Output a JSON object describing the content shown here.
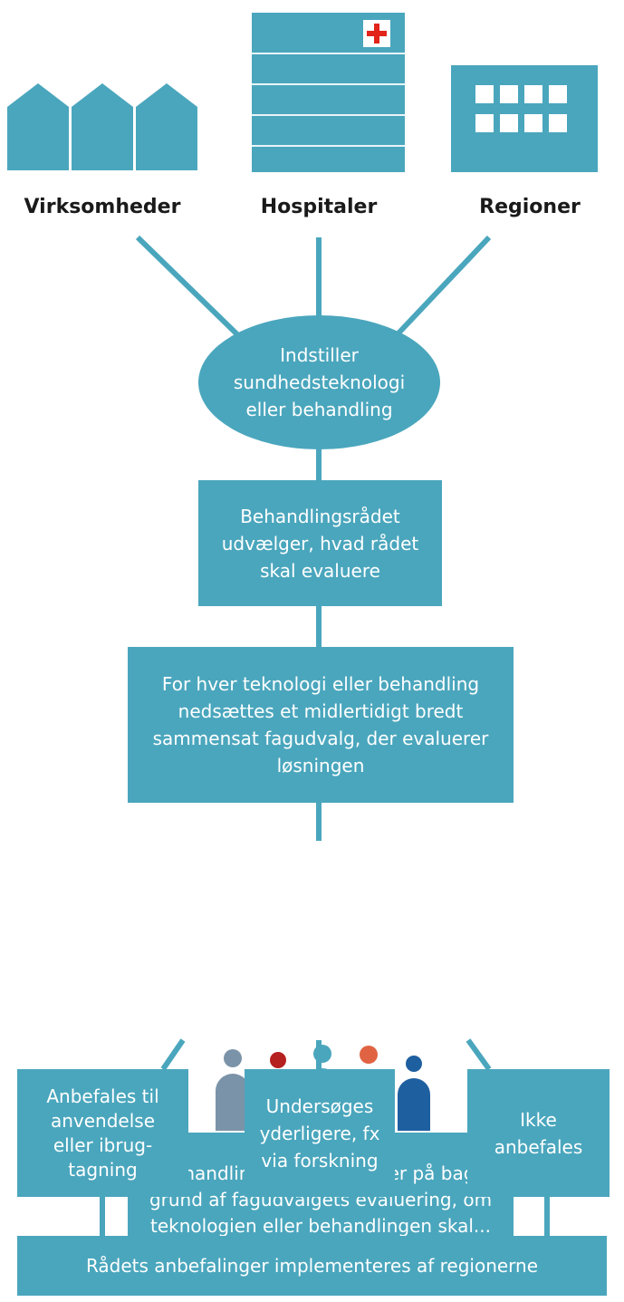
{
  "sources": {
    "virksomheder": "Virksomheder",
    "hospitaler": "Hospitaler",
    "regioner": "Regioner"
  },
  "flow": {
    "indstiller": "Indstiller\nsundhedsteknologi\neller behandling",
    "udvaelger": "Behandlingsrådet\nudvælger, hvad rådet\nskal evaluere",
    "fagudvalg": "For hver teknologi eller behandling\nnedsættes et midlertidigt bredt\nsammensat fagudvalg, der evaluerer\nløsningen",
    "beslutter": "Behandlingsrådet beslutter på bag-\ngrund af fagudvalgets evaluering, om\nteknologien eller behandlingen skal..."
  },
  "outcomes": {
    "anbefales": "Anbefales til\nanvendelse\neller ibrug-\ntagning",
    "undersoeges": "Undersøges\nyderligere, fx\nvia forskning",
    "ikke": "Ikke\nanbefales"
  },
  "final": "Rådets anbefalinger implementeres af regionerne",
  "colors": {
    "primary": "#4aa6bd",
    "line": "#4aa6bd",
    "cross": "#e2241a",
    "person_grey": "#7b93a8",
    "person_red": "#b5211f",
    "person_teal": "#4aa6bd",
    "person_orange": "#e06443",
    "person_blue": "#1e5fa0"
  },
  "icons": [
    "houses-icon",
    "hospital-icon",
    "region-building-icon",
    "people-icon"
  ]
}
